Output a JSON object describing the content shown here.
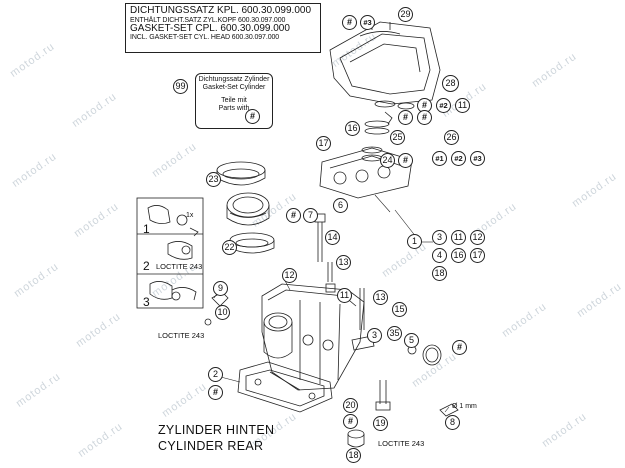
{
  "header": {
    "line1": "DICHTUNGSSATZ KPL. 600.30.099.000",
    "line2": "ENTHÄLT DICHT.SATZ ZYL.KOPF 600.30.097.000",
    "line3": "GASKET-SET CPL.          600.30.099.000",
    "line4": "INCL. GASKET-SET CYL. HEAD 600.30.097.000"
  },
  "note": {
    "callout": "99",
    "line1": "Dichtungssatz Zylinder",
    "line2": "Gasket-Set Cylinder",
    "line3": "Teile mit",
    "line4": "Parts with",
    "symbol": "#"
  },
  "caption": {
    "line1": "ZYLINDER HINTEN",
    "line2": "CYLINDER REAR"
  },
  "loctite": {
    "a": "LOCTITE 243",
    "b": "LOCTITE 243",
    "c": "LOCTITE 243"
  },
  "steps": {
    "s1": "1",
    "s2": "2",
    "s3": "3",
    "sx": "1x"
  },
  "dim": "Ø 1 mm",
  "watermark": "motod.ru",
  "callouts": {
    "c29": "29",
    "h1": "#",
    "h3": "#3",
    "c28": "28",
    "h2": "#",
    "h2b": "#2",
    "c16": "16",
    "h4": "#",
    "h5": "#",
    "c25": "25",
    "c26": "26",
    "c17": "17",
    "c24": "24",
    "h6": "#",
    "g1": "#1",
    "g2": "#2",
    "g3": "#3",
    "c23": "23",
    "c6": "6",
    "h7": "#",
    "c7": "7",
    "c1": "1",
    "c3": "3",
    "c11": "11",
    "c12": "12",
    "c14": "14",
    "c22": "22",
    "c4": "4",
    "c16b": "16",
    "c17b": "17",
    "c13": "13",
    "c18": "18",
    "c12b": "12",
    "c9": "9",
    "c11b": "11",
    "c13b": "13",
    "c15": "15",
    "c10": "10",
    "c3b": "3",
    "c35": "35",
    "c5": "5",
    "h8": "#",
    "c2": "2",
    "h9": "#",
    "c20": "20",
    "h10": "#",
    "c8": "8",
    "c19": "19",
    "c18b": "18"
  }
}
